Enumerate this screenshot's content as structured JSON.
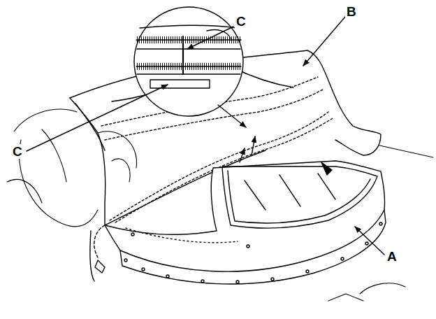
{
  "diagram": {
    "labels": [
      "C",
      "B",
      "C",
      "A"
    ]
  }
}
